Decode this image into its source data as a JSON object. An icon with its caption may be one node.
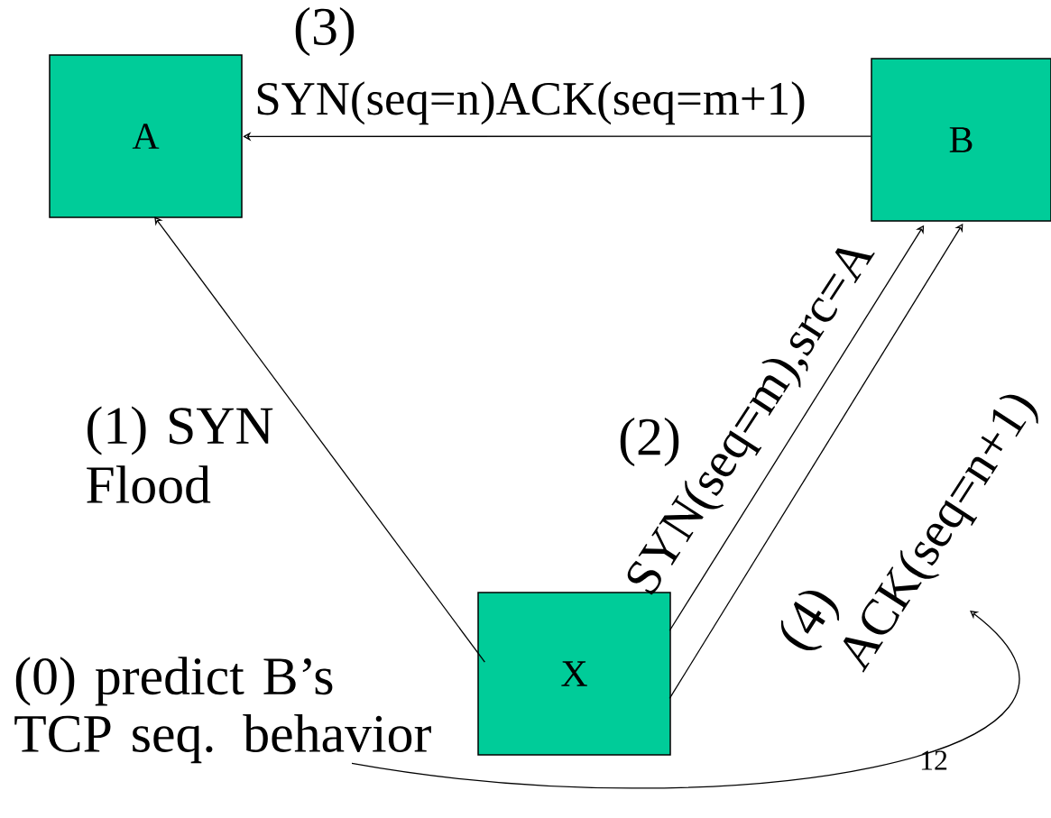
{
  "diagram": {
    "nodes": [
      {
        "text": [
          "A"
        ]
      },
      {
        "text": [
          "B"
        ]
      },
      {
        "text": [
          "X"
        ]
      },
      {
        "text": [
          "(0) predict B’s TCP seq. behavior"
        ]
      }
    ],
    "edges": [
      {
        "from": 2,
        "to": 0,
        "arrow": "to",
        "label": "(1) SYN Flood"
      },
      {
        "from": 1,
        "to": 0,
        "arrow": "to",
        "label": "SYN(seq=n)ACK(seq=m+1)"
      },
      {
        "from": 2,
        "to": 1,
        "arrow": "to",
        "label": "SYN(seq=m),src=A"
      },
      {
        "from": 2,
        "to": 1,
        "arrow": "to",
        "label": "ACK(seq=n+1)"
      },
      {
        "from": 3,
        "to": null,
        "arrow": "to"
      }
    ],
    "labels": [
      "(3)",
      "(2)",
      "(4)",
      "12"
    ]
  }
}
